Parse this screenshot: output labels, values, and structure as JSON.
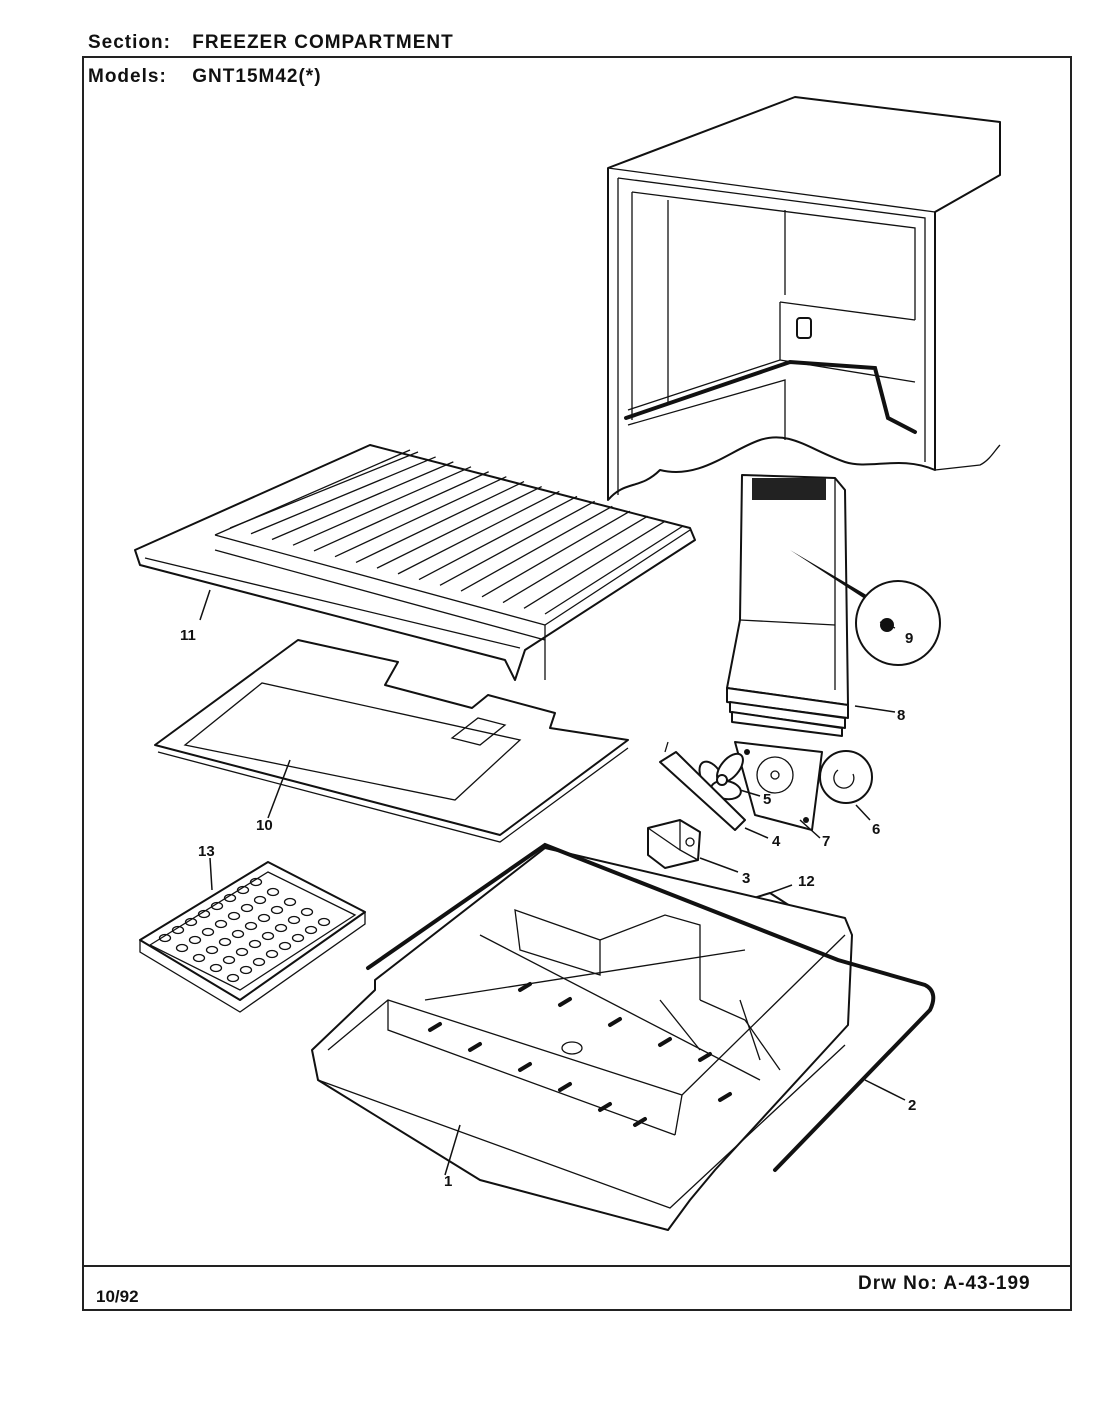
{
  "header": {
    "section_label": "Section:",
    "section_value": "FREEZER COMPARTMENT",
    "models_label": "Models:",
    "models_value": "GNT15M42(*)"
  },
  "footer": {
    "date": "10/92",
    "drawing_number": "Drw No: A-43-199"
  },
  "callouts": {
    "p1": "1",
    "p2": "2",
    "p3": "3",
    "p4": "4",
    "p5": "5",
    "p6": "6",
    "p7": "7",
    "p8": "8",
    "p9": "9",
    "p10": "10",
    "p11": "11",
    "p12": "12",
    "p13": "13"
  }
}
